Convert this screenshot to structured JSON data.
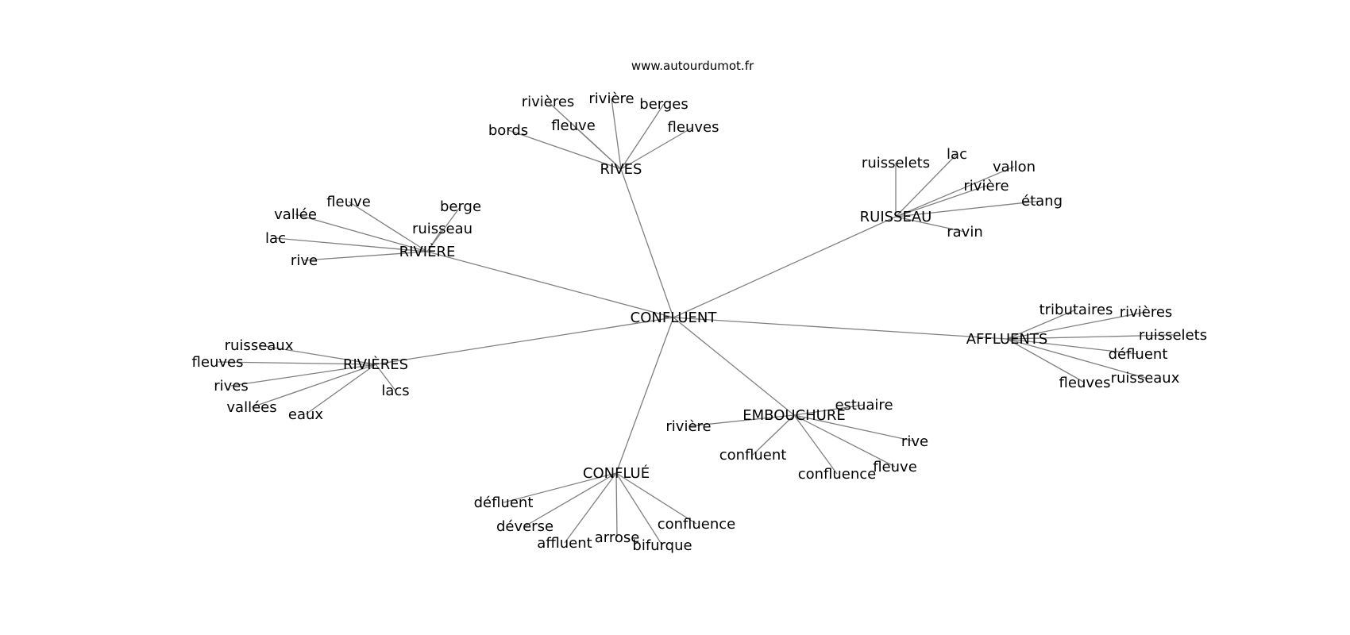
{
  "source_label": "www.autourdumot.fr",
  "center": "CONFLUENT",
  "clusters": [
    {
      "hub": "RIVES",
      "words": [
        "rivières",
        "rivière",
        "berges",
        "fleuve",
        "fleuves",
        "bords"
      ]
    },
    {
      "hub": "RUISSEAU",
      "words": [
        "ruisselets",
        "lac",
        "vallon",
        "rivière",
        "étang",
        "ravin"
      ]
    },
    {
      "hub": "RIVIÈRE",
      "words": [
        "fleuve",
        "vallée",
        "berge",
        "ruisseau",
        "lac",
        "rive"
      ]
    },
    {
      "hub": "AFFLUENTS",
      "words": [
        "tributaires",
        "rivières",
        "ruisselets",
        "défluent",
        "ruisseaux",
        "fleuves"
      ]
    },
    {
      "hub": "RIVIÈRES",
      "words": [
        "ruisseaux",
        "fleuves",
        "rives",
        "vallées",
        "eaux",
        "lacs"
      ]
    },
    {
      "hub": "EMBOUCHURE",
      "words": [
        "estuaire",
        "rivière",
        "rive",
        "confluent",
        "fleuve",
        "confluence"
      ]
    },
    {
      "hub": "CONFLUÉ",
      "words": [
        "défluent",
        "déverse",
        "affluent",
        "arrose",
        "bifurque",
        "confluence"
      ]
    }
  ]
}
